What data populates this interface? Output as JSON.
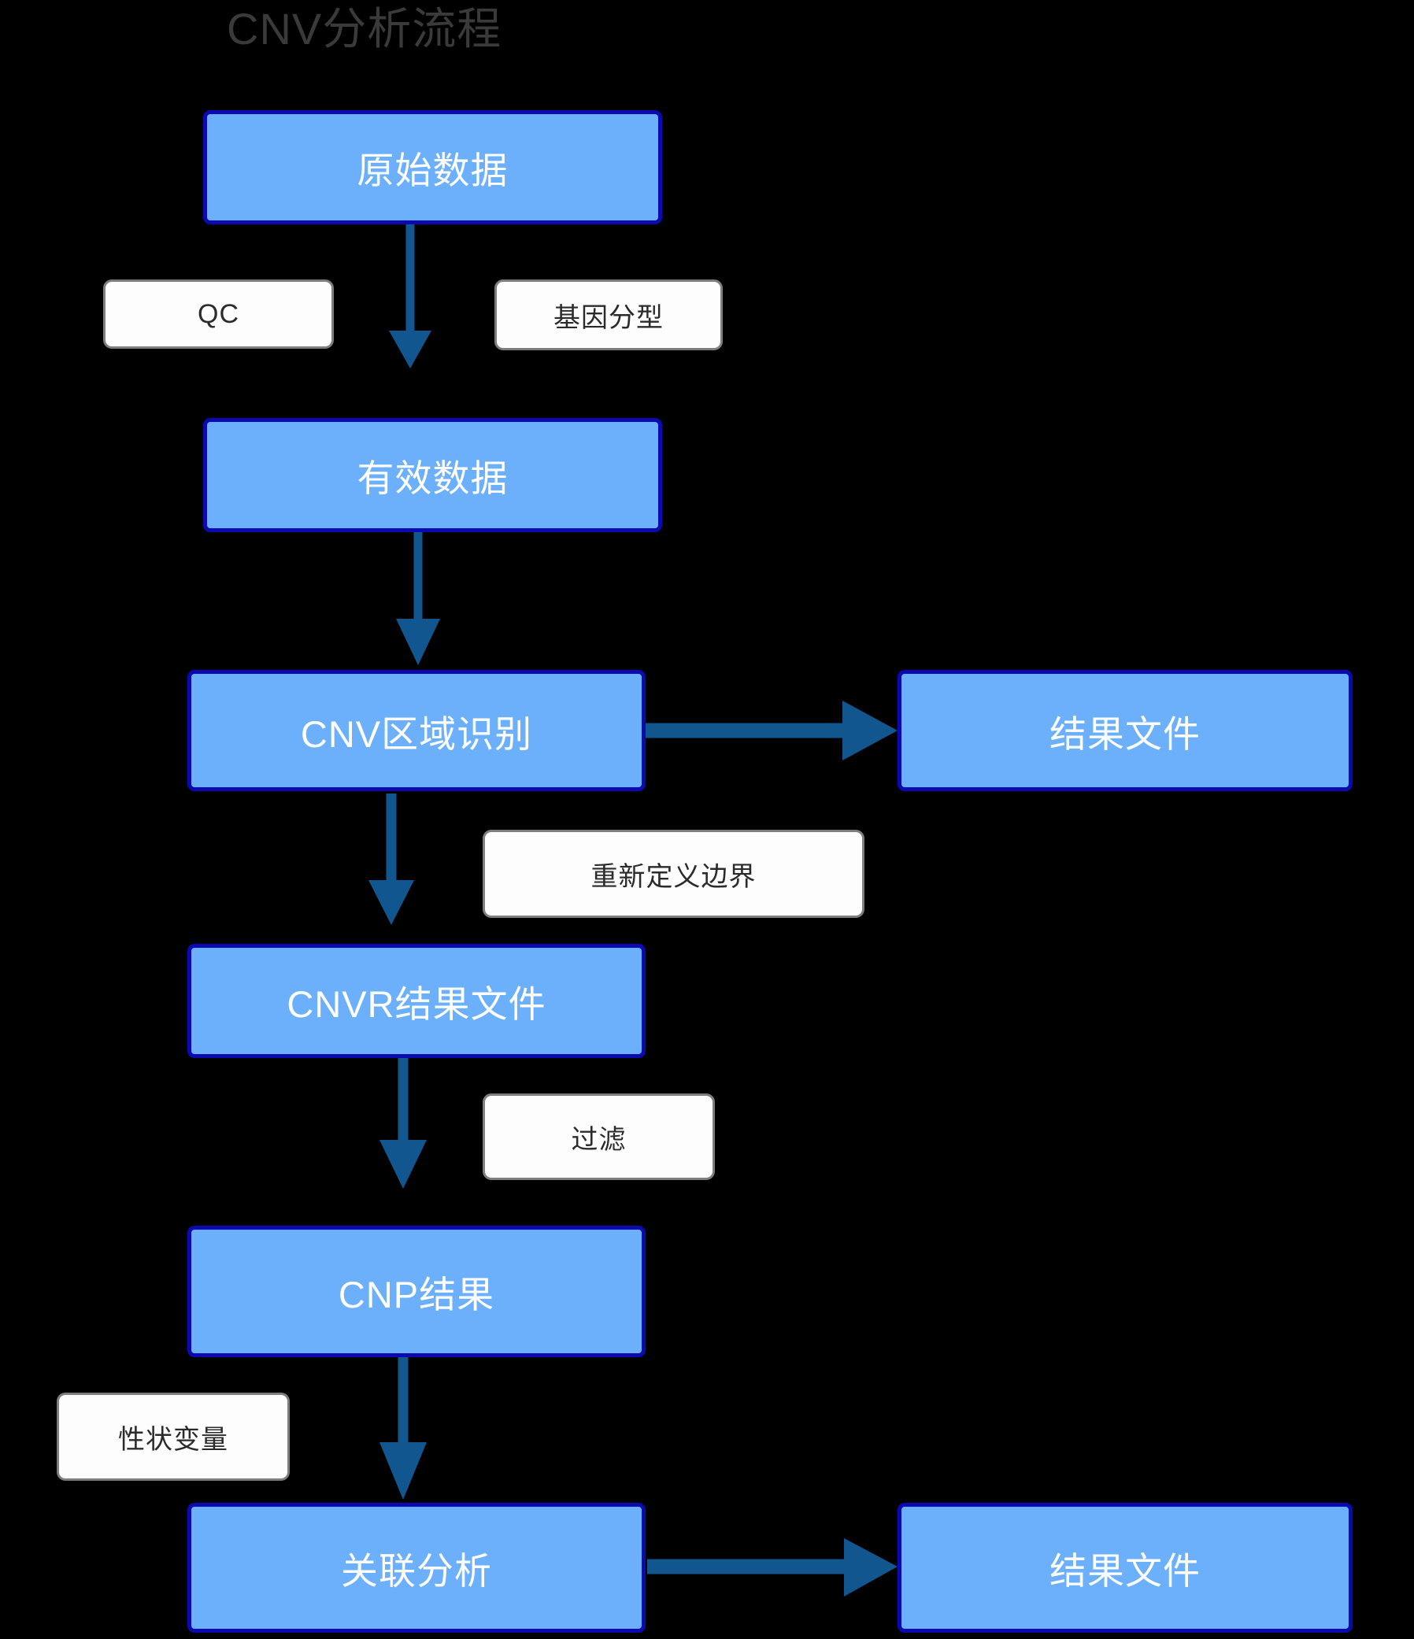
{
  "diagram": {
    "title": "CNV分析流程",
    "title_color": "#3a3a3a",
    "background": "#000000",
    "node_fill": "#6CB0FB",
    "node_border": "#0A0AB0",
    "node_text_color": "#FFFFFF",
    "label_fill": "#FDFDFD",
    "label_border": "#7E7E7E",
    "label_text_color": "#2b2b2b",
    "arrow_color": "#12568F"
  },
  "nodes": [
    {
      "id": "raw-data",
      "label": "原始数据"
    },
    {
      "id": "valid-data",
      "label": "有效数据"
    },
    {
      "id": "cnv-region",
      "label": "CNV区域识别"
    },
    {
      "id": "result-file-1",
      "label": "结果文件"
    },
    {
      "id": "cnvr-result",
      "label": "CNVR结果文件"
    },
    {
      "id": "cnp-result",
      "label": "CNP结果"
    },
    {
      "id": "assoc-analysis",
      "label": "关联分析"
    },
    {
      "id": "result-file-2",
      "label": "结果文件"
    }
  ],
  "edge_labels": [
    {
      "id": "qc",
      "label": "QC"
    },
    {
      "id": "genotyping",
      "label": "基因分型"
    },
    {
      "id": "redefine",
      "label": "重新定义边界"
    },
    {
      "id": "filter",
      "label": "过滤"
    },
    {
      "id": "trait-var",
      "label": "性状变量"
    }
  ],
  "edges": [
    {
      "id": "raw-to-valid",
      "from": "原始数据",
      "to": "有效数据",
      "labels": [
        "QC",
        "基因分型"
      ]
    },
    {
      "id": "valid-to-cnv",
      "from": "有效数据",
      "to": "CNV区域识别",
      "labels": []
    },
    {
      "id": "cnv-to-result1",
      "from": "CNV区域识别",
      "to": "结果文件",
      "labels": []
    },
    {
      "id": "cnv-to-cnvr",
      "from": "CNV区域识别",
      "to": "CNVR结果文件",
      "labels": [
        "重新定义边界"
      ]
    },
    {
      "id": "cnvr-to-cnp",
      "from": "CNVR结果文件",
      "to": "CNP结果",
      "labels": [
        "过滤"
      ]
    },
    {
      "id": "cnp-to-assoc",
      "from": "CNP结果",
      "to": "关联分析",
      "labels": [
        "性状变量"
      ]
    },
    {
      "id": "assoc-to-result2",
      "from": "关联分析",
      "to": "结果文件",
      "labels": []
    }
  ]
}
